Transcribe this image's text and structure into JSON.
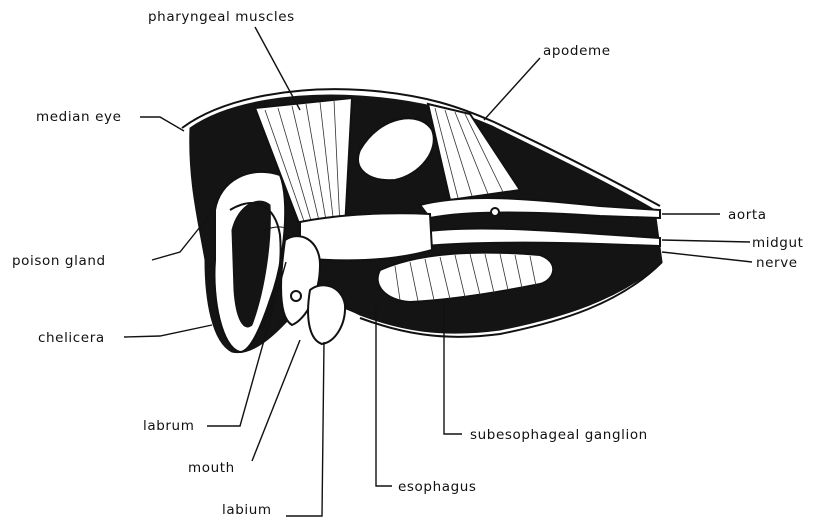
{
  "labels": {
    "pharyngeal_muscles": "pharyngeal muscles",
    "apodeme": "apodeme",
    "median_eye": "median eye",
    "poison_gland": "poison gland",
    "chelicera": "chelicera",
    "aorta": "aorta",
    "midgut": "midgut",
    "nerve": "nerve",
    "labrum": "labrum",
    "mouth": "mouth",
    "labium": "labium",
    "esophagus": "esophagus",
    "subesophageal_ganglion": "subesophageal ganglion"
  }
}
